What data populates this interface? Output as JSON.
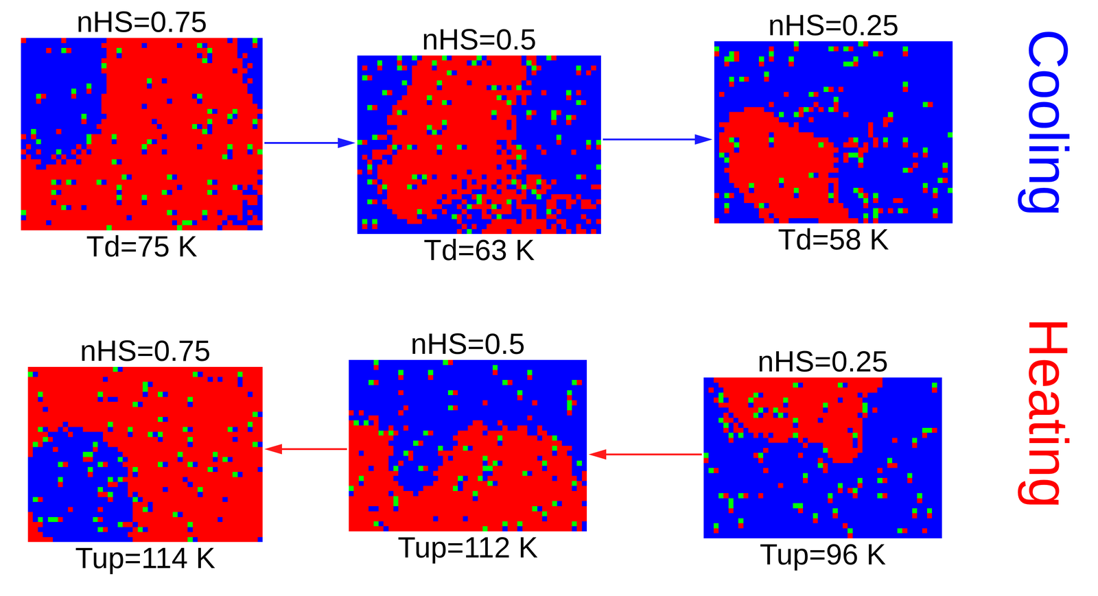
{
  "diagram": {
    "nodes": [
      {
        "text": [
          "nHS=0.75",
          "Td=75 K"
        ]
      },
      {
        "text": [
          "nHS=0.5",
          "Td=63 K"
        ]
      },
      {
        "text": [
          "nHS=0.25",
          "Td=58 K"
        ]
      },
      {
        "text": [
          "nHS=0.75",
          "Tup=114 K"
        ]
      },
      {
        "text": [
          "nHS=0.5",
          "Tup=112 K"
        ]
      },
      {
        "text": [
          "nHS=0.25",
          "Tup=96 K"
        ]
      }
    ],
    "edges": [
      {
        "from": 0,
        "to": 1,
        "arrow": "to"
      },
      {
        "from": 1,
        "to": 2,
        "arrow": "to"
      },
      {
        "from": 5,
        "to": 4,
        "arrow": "to"
      },
      {
        "from": 4,
        "to": 3,
        "arrow": "to"
      }
    ],
    "labels": [
      "Cooling",
      "Heating"
    ]
  }
}
